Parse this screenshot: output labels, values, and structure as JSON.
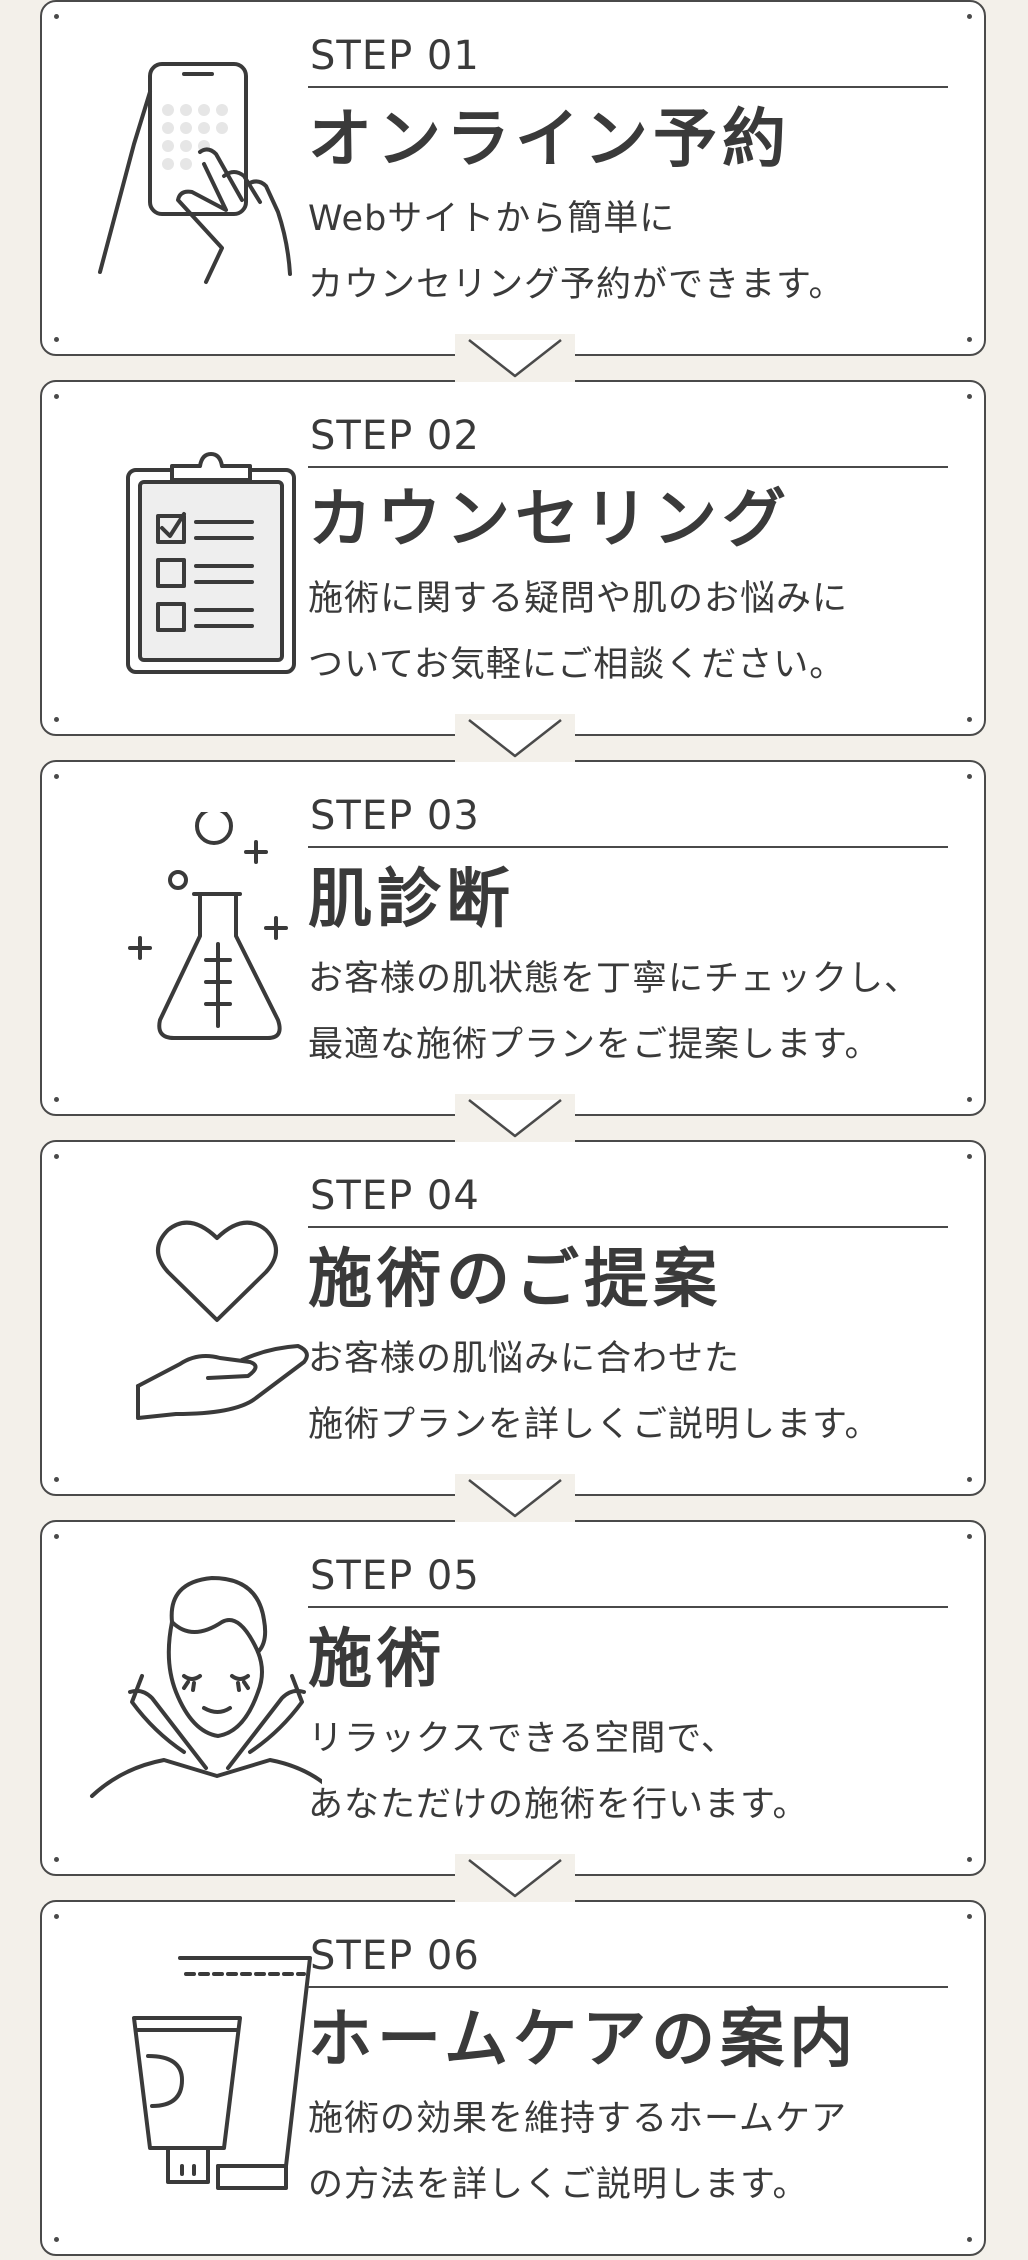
{
  "steps": [
    {
      "label": "STEP 01",
      "title": "オンライン予約",
      "desc": [
        "Webサイトから簡単に",
        "カウンセリング予約ができます。"
      ],
      "icon": "smartphone-tap-icon"
    },
    {
      "label": "STEP 02",
      "title": "カウンセリング",
      "desc": [
        "施術に関する疑問や肌のお悩みに",
        "ついてお気軽にご相談ください。"
      ],
      "icon": "clipboard-checklist-icon"
    },
    {
      "label": "STEP 03",
      "title": "肌診断",
      "desc": [
        "お客様の肌状態を丁寧にチェックし、",
        "最適な施術プランをご提案します。"
      ],
      "icon": "flask-icon"
    },
    {
      "label": "STEP 04",
      "title": "施術のご提案",
      "desc": [
        "お客様の肌悩みに合わせた",
        "施術プランを詳しくご説明します。"
      ],
      "icon": "heart-hand-icon"
    },
    {
      "label": "STEP 05",
      "title": "施術",
      "desc": [
        "リラックスできる空間で、",
        "あなただけの施術を行います。"
      ],
      "icon": "face-massage-icon"
    },
    {
      "label": "STEP 06",
      "title": "ホームケアの案内",
      "desc": [
        "施術の効果を維持するホームケア",
        "の方法を詳しくご説明します。"
      ],
      "icon": "skincare-tube-icon"
    }
  ],
  "colors": {
    "background": "#f3f0ea",
    "card": "#ffffff",
    "line": "#4a4a4a",
    "text": "#3a3a3a"
  }
}
